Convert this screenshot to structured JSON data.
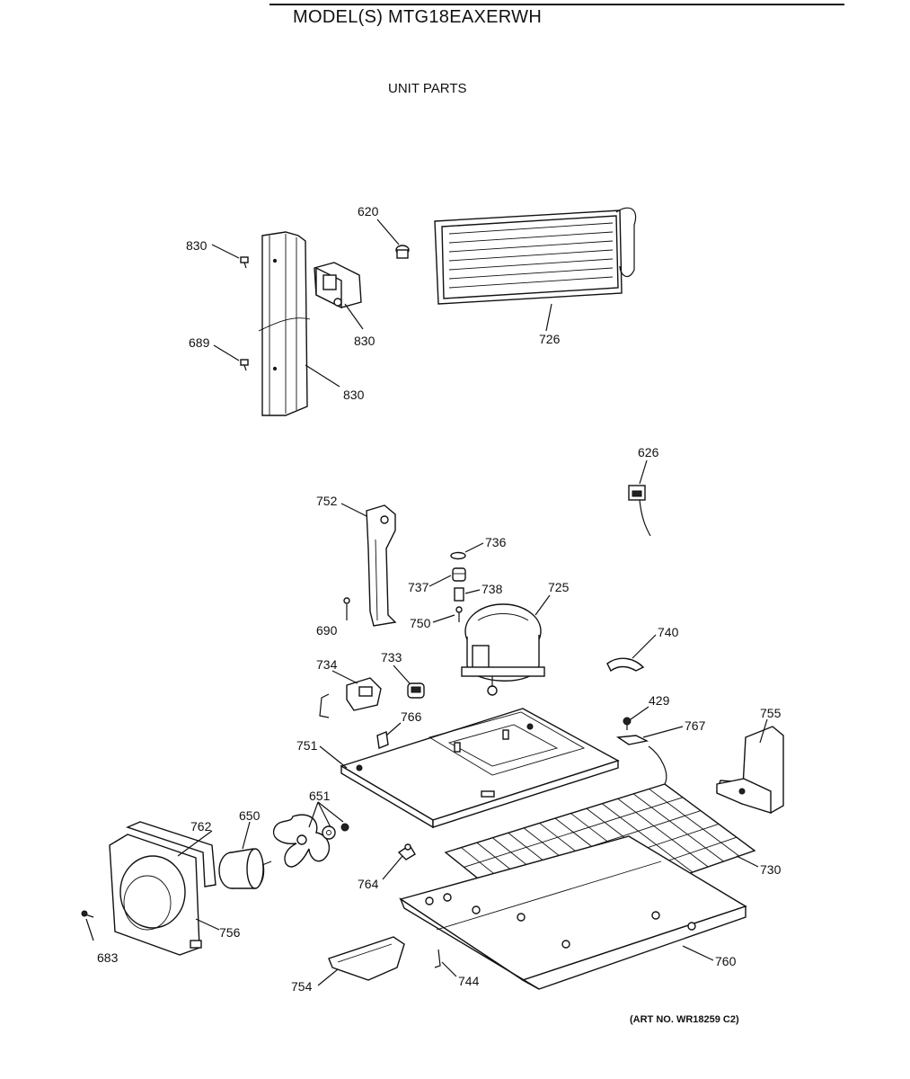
{
  "header": {
    "model": "MODEL(S) MTG18EAXERWH",
    "section_title": "UNIT PARTS"
  },
  "footer": {
    "art_no": "(ART NO. WR18259 C2)"
  },
  "callouts": [
    {
      "id": "830a",
      "label": "830"
    },
    {
      "id": "830b",
      "label": "830"
    },
    {
      "id": "830c",
      "label": "830"
    },
    {
      "id": "689",
      "label": "689"
    },
    {
      "id": "620",
      "label": "620"
    },
    {
      "id": "726",
      "label": "726"
    },
    {
      "id": "626",
      "label": "626"
    },
    {
      "id": "752",
      "label": "752"
    },
    {
      "id": "690",
      "label": "690"
    },
    {
      "id": "736",
      "label": "736"
    },
    {
      "id": "737",
      "label": "737"
    },
    {
      "id": "738",
      "label": "738"
    },
    {
      "id": "750",
      "label": "750"
    },
    {
      "id": "725",
      "label": "725"
    },
    {
      "id": "740",
      "label": "740"
    },
    {
      "id": "734",
      "label": "734"
    },
    {
      "id": "733",
      "label": "733"
    },
    {
      "id": "766",
      "label": "766"
    },
    {
      "id": "429",
      "label": "429"
    },
    {
      "id": "767",
      "label": "767"
    },
    {
      "id": "755",
      "label": "755"
    },
    {
      "id": "751",
      "label": "751"
    },
    {
      "id": "651",
      "label": "651"
    },
    {
      "id": "650",
      "label": "650"
    },
    {
      "id": "762",
      "label": "762"
    },
    {
      "id": "730",
      "label": "730"
    },
    {
      "id": "764",
      "label": "764"
    },
    {
      "id": "683",
      "label": "683"
    },
    {
      "id": "756",
      "label": "756"
    },
    {
      "id": "760",
      "label": "760"
    },
    {
      "id": "754",
      "label": "754"
    },
    {
      "id": "744",
      "label": "744"
    }
  ]
}
